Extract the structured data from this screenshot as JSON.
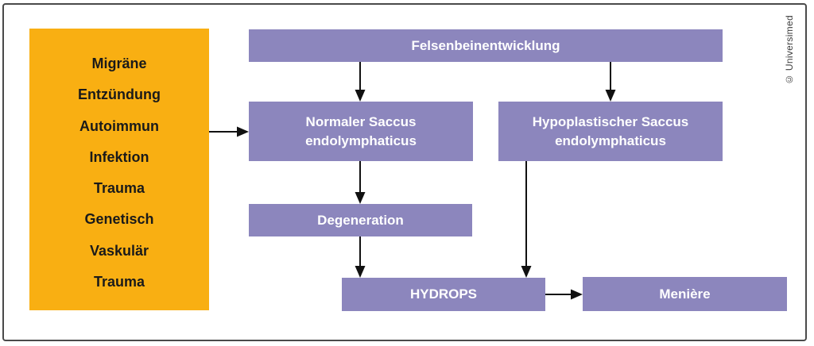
{
  "diagram": {
    "causes": {
      "items": [
        "Migräne",
        "Entzündung",
        "Autoimmun",
        "Infektion",
        "Trauma",
        "Genetisch",
        "Vaskulär",
        "Trauma"
      ]
    },
    "nodes": {
      "felsenbein": "Felsenbeinentwicklung",
      "normaler_line1": "Normaler Saccus",
      "normaler_line2": "endolymphaticus",
      "hypo_line1": "Hypoplastischer Saccus",
      "hypo_line2": "endolymphaticus",
      "degeneration": "Degeneration",
      "hydrops": "HYDROPS",
      "meniere": "Menière"
    },
    "credit": "© Universimed",
    "colors": {
      "causes_bg": "#F9AF12",
      "causes_text": "#1A1A1A",
      "node_bg": "#8C86BD",
      "node_text": "#FFFFFF",
      "border": "#4A4A4A",
      "arrow": "#111111"
    }
  }
}
